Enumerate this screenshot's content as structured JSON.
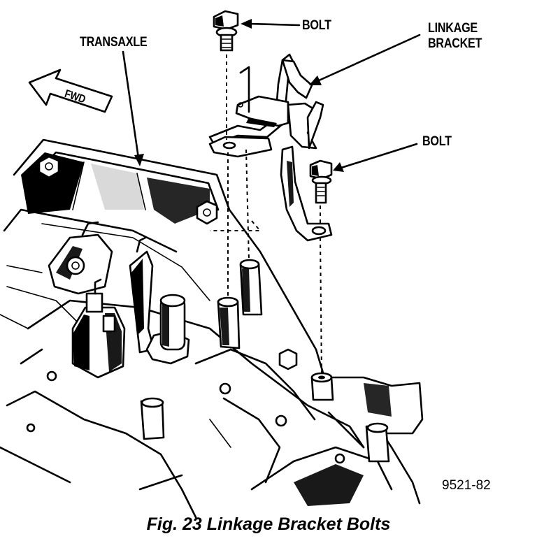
{
  "labels": {
    "bolt_top": "BOLT",
    "linkage_bracket_line1": "LINKAGE",
    "linkage_bracket_line2": "BRACKET",
    "transaxle": "TRANSAXLE",
    "fwd": "FWD",
    "bolt_right": "BOLT"
  },
  "figure_code": "9521-82",
  "caption": "Fig. 23 Linkage Bracket Bolts"
}
